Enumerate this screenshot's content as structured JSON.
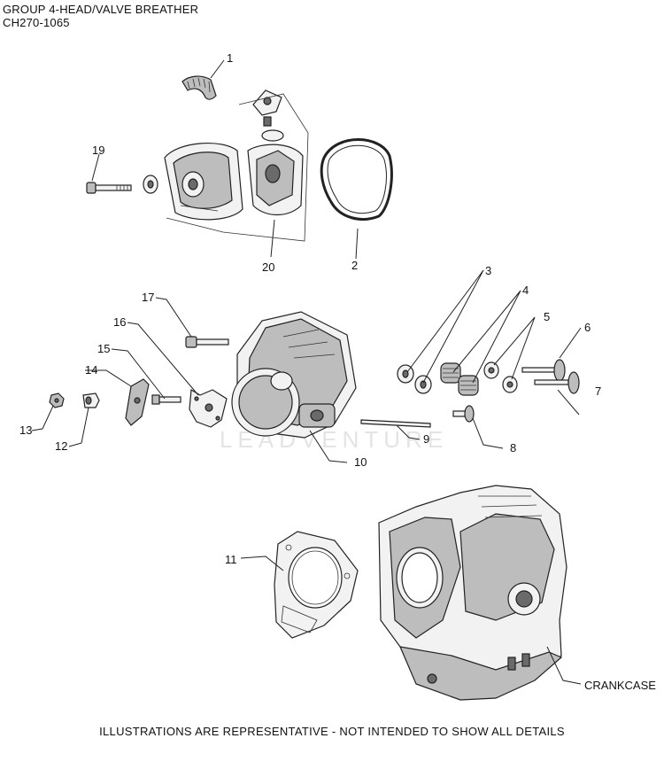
{
  "header": {
    "title": "GROUP 4-HEAD/VALVE BREATHER",
    "code": "CH270-1065"
  },
  "footer": {
    "note": "ILLUSTRATIONS ARE REPRESENTATIVE - NOT INTENDED TO SHOW ALL DETAILS"
  },
  "watermark": "LEADVENTURE",
  "callouts": {
    "c1": "1",
    "c2": "2",
    "c3": "3",
    "c4": "4",
    "c5": "5",
    "c6": "6",
    "c7": "7",
    "c8": "8",
    "c9": "9",
    "c10": "10",
    "c11": "11",
    "c12": "12",
    "c13": "13",
    "c14": "14",
    "c15": "15",
    "c16": "16",
    "c17": "17",
    "c19": "19",
    "c20": "20",
    "crankcase": "CRANKCASE"
  }
}
